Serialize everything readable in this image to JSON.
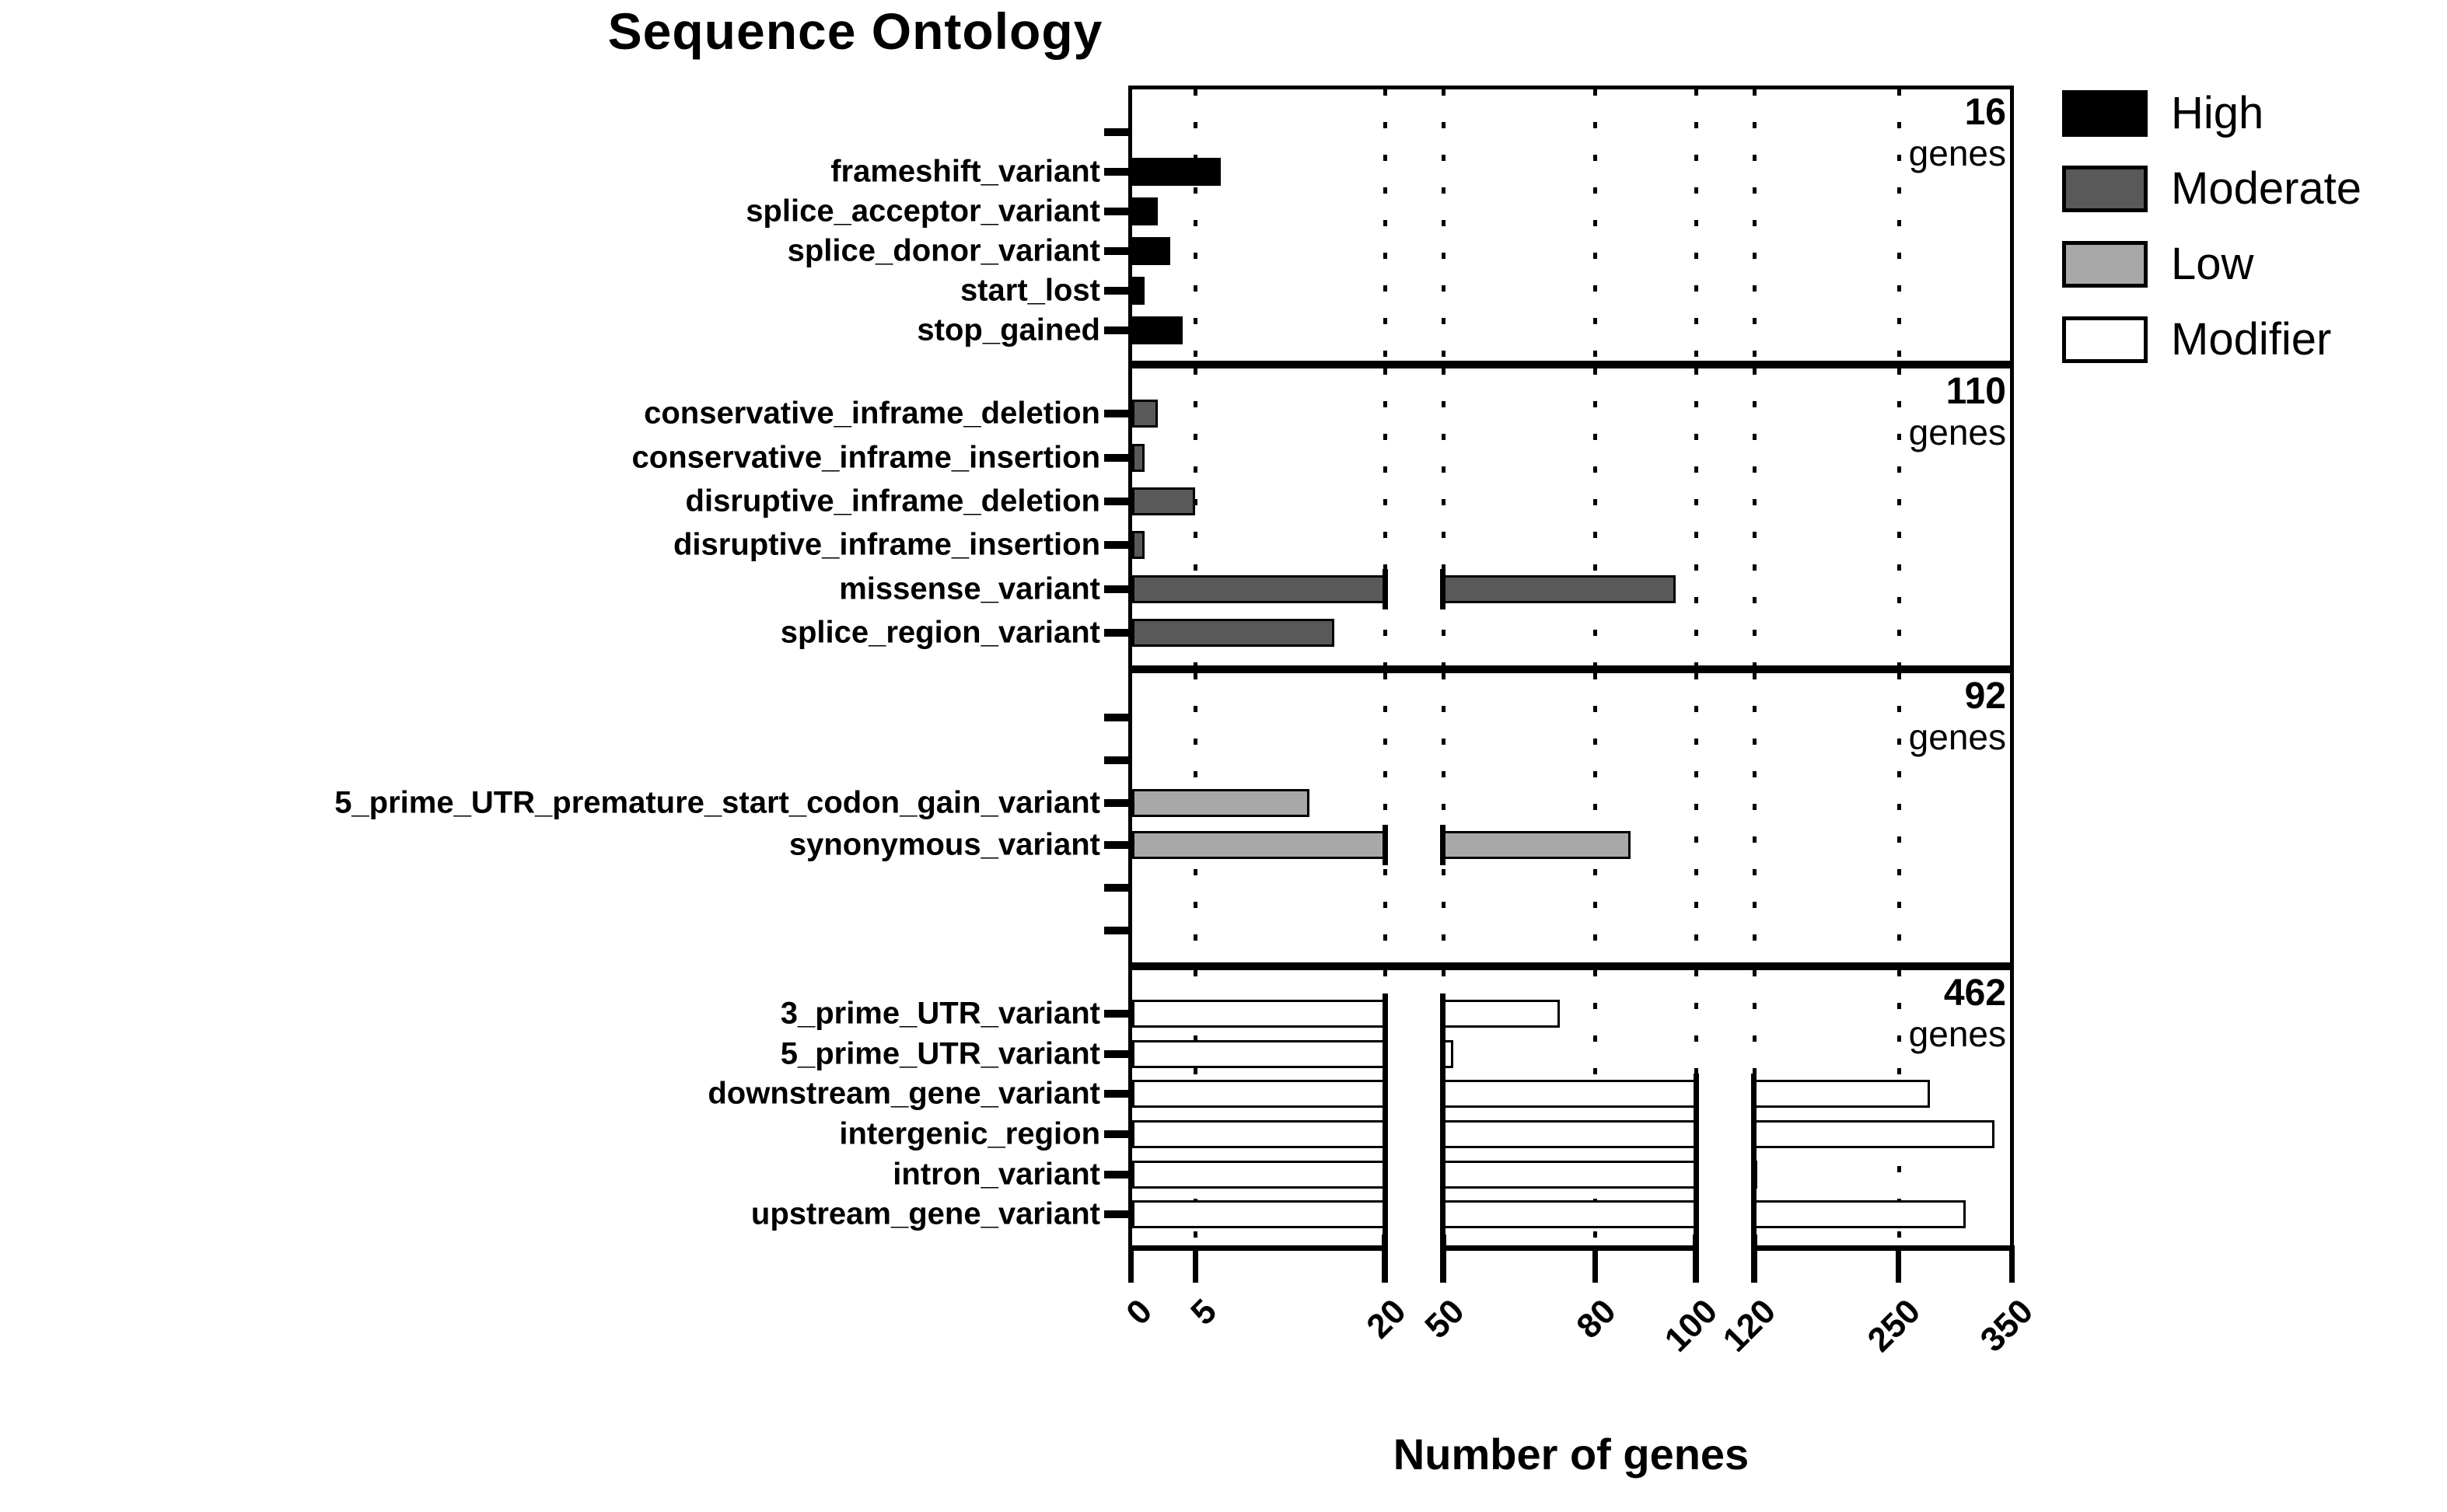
{
  "chart_data": {
    "type": "bar",
    "orientation": "horizontal",
    "title": "Sequence Ontology",
    "xlabel": "Number of genes",
    "genes_word": "genes",
    "axis": {
      "note": "broken x-axis with three linear segments",
      "segments": [
        [
          0,
          5,
          20
        ],
        [
          50,
          80,
          100
        ],
        [
          120,
          250,
          350
        ]
      ],
      "gridlines": [
        5,
        20,
        50,
        80,
        100,
        120,
        250
      ],
      "xlim": [
        0,
        350
      ],
      "grid_style": "dotted-vertical"
    },
    "legend": {
      "position": "top-right",
      "entries": [
        "High",
        "Moderate",
        "Low",
        "Modifier"
      ]
    },
    "panels": [
      {
        "severity": "High",
        "color": "#000000",
        "genes": 16,
        "rows": [
          {
            "label": "",
            "value": null
          },
          {
            "label": "frameshift_variant",
            "value": 7
          },
          {
            "label": "splice_acceptor_variant",
            "value": 2
          },
          {
            "label": "splice_donor_variant",
            "value": 3
          },
          {
            "label": "start_lost",
            "value": 1
          },
          {
            "label": "stop_gained",
            "value": 4
          }
        ]
      },
      {
        "severity": "Moderate",
        "color": "#595959",
        "genes": 110,
        "rows": [
          {
            "label": "conservative_inframe_deletion",
            "value": 2
          },
          {
            "label": "conservative_inframe_insertion",
            "value": 1
          },
          {
            "label": "disruptive_inframe_deletion",
            "value": 5
          },
          {
            "label": "disruptive_inframe_insertion",
            "value": 1
          },
          {
            "label": "missense_variant",
            "value": 96
          },
          {
            "label": "splice_region_variant",
            "value": 16
          }
        ]
      },
      {
        "severity": "Low",
        "color": "#a8a8a8",
        "genes": 92,
        "rows": [
          {
            "label": "",
            "value": null
          },
          {
            "label": "",
            "value": null
          },
          {
            "label": "5_prime_UTR_premature_start_codon_gain_variant",
            "value": 14
          },
          {
            "label": "synonymous_variant",
            "value": 87
          },
          {
            "label": "",
            "value": null
          },
          {
            "label": "",
            "value": null
          }
        ]
      },
      {
        "severity": "Modifier",
        "color": "#ffffff",
        "genes": 462,
        "rows": [
          {
            "label": "3_prime_UTR_variant",
            "value": 73
          },
          {
            "label": "5_prime_UTR_variant",
            "value": 52
          },
          {
            "label": "downstream_gene_variant",
            "value": 278
          },
          {
            "label": "intergenic_region",
            "value": 336
          },
          {
            "label": "intron_variant",
            "value": 123
          },
          {
            "label": "upstream_gene_variant",
            "value": 310
          }
        ]
      }
    ]
  }
}
